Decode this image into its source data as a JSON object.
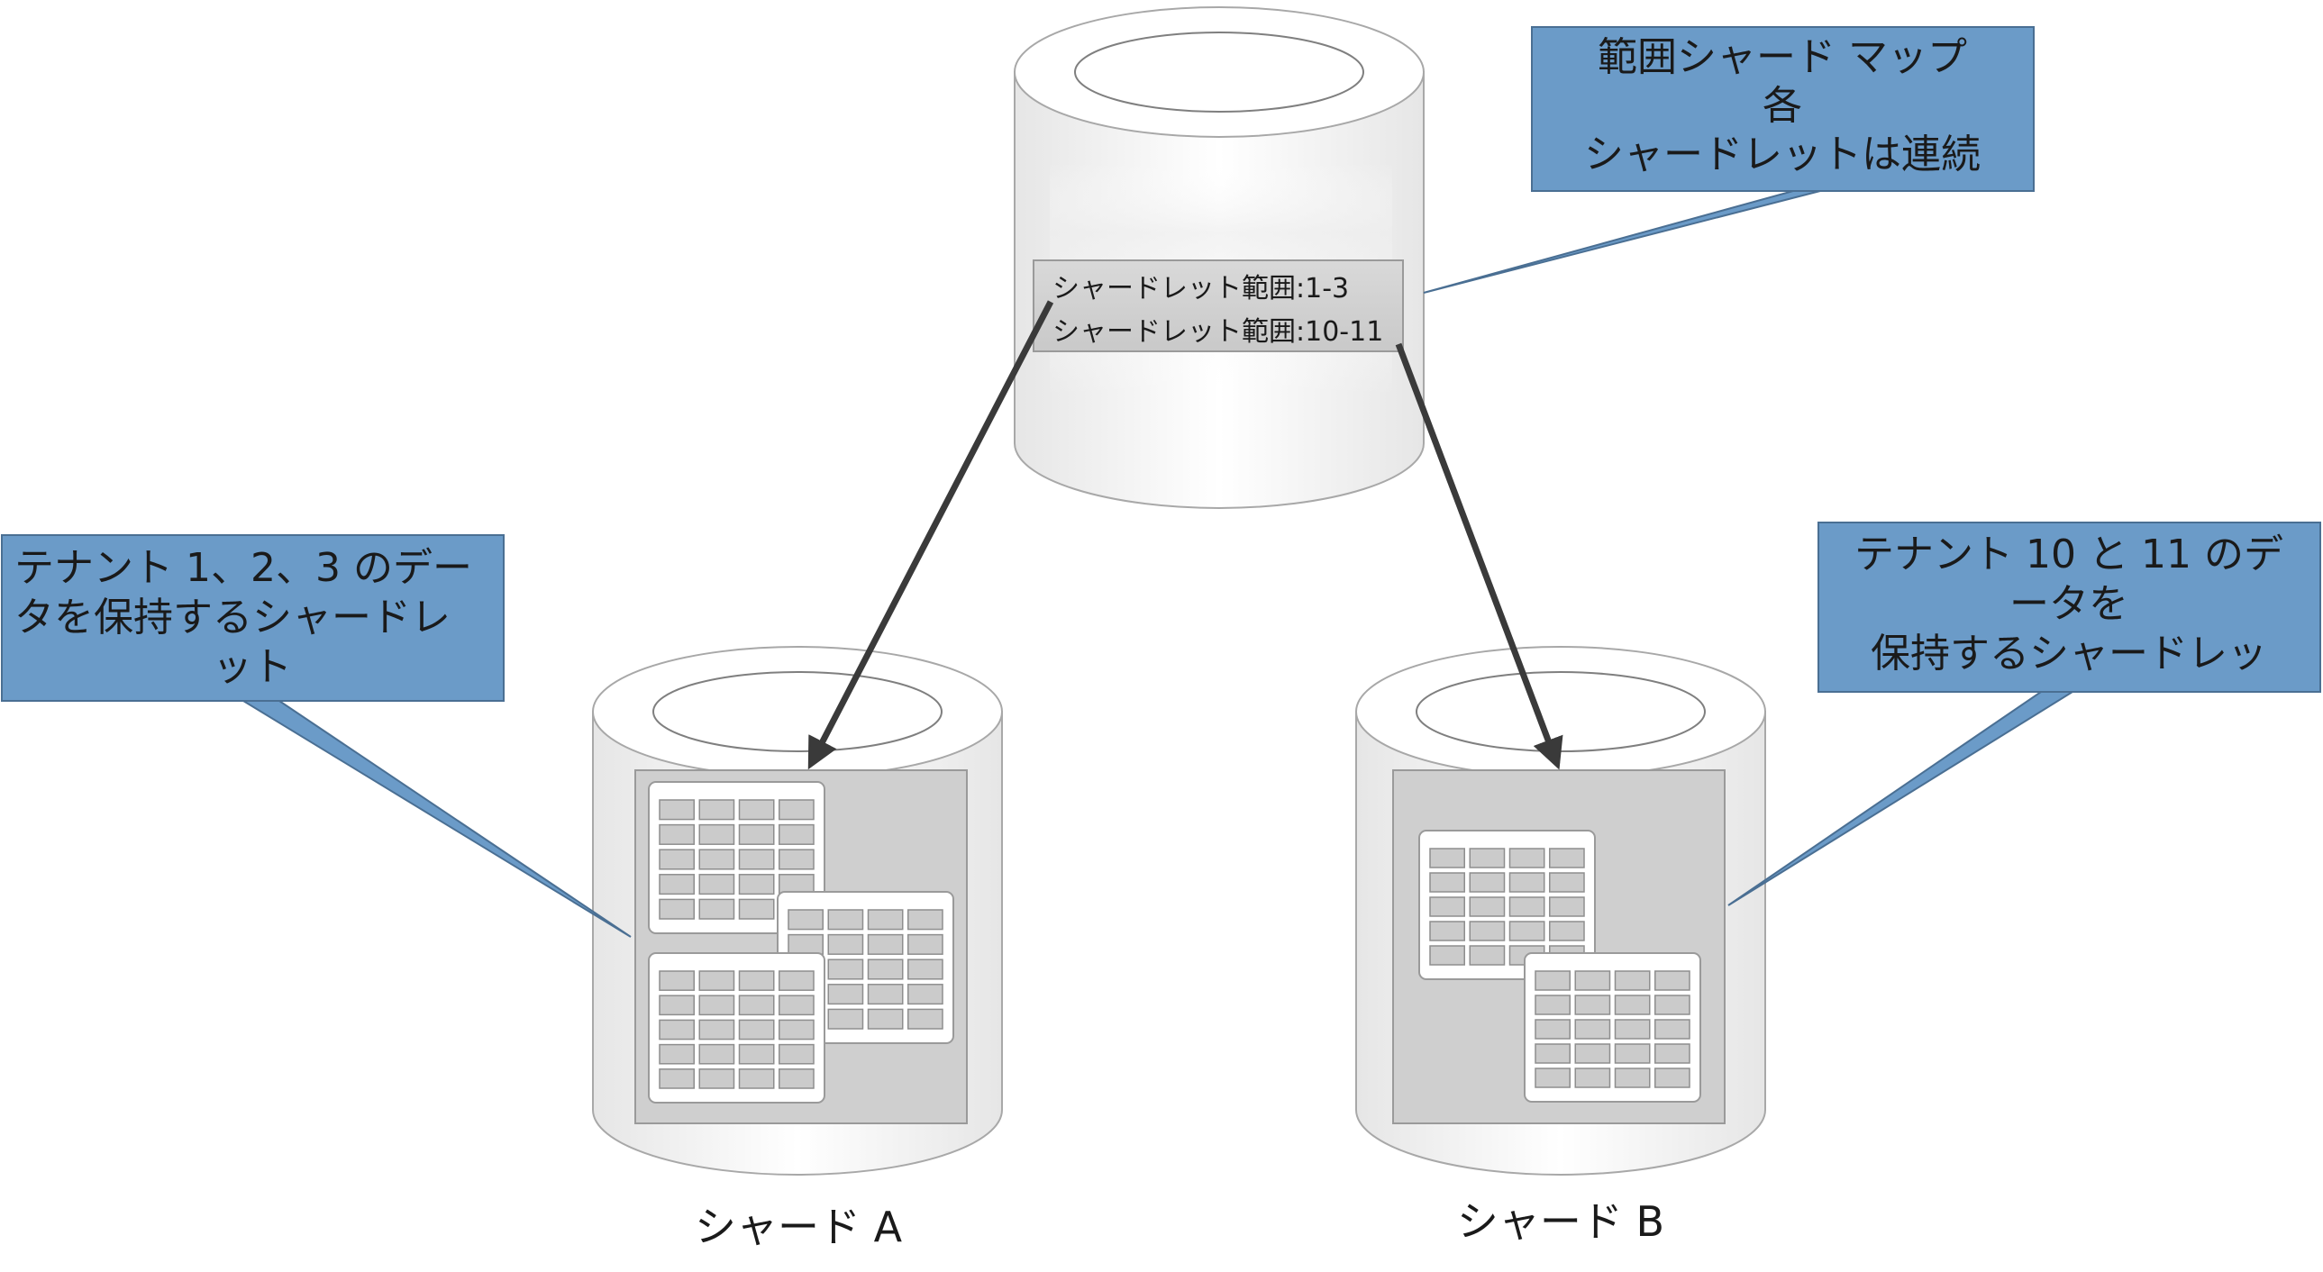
{
  "shard_map": {
    "range_1": "シャードレット範囲:1-3",
    "range_2": "シャードレット範囲:10-11"
  },
  "callout_map": {
    "line_1": "範囲シャード マップ",
    "line_2": "各",
    "line_3": "シャードレットは連続"
  },
  "callout_a": {
    "line_1": "テナント 1、2、3 のデー",
    "line_2": "タを保持するシャードレ",
    "line_3": "ット"
  },
  "callout_b": {
    "line_1": "テナント 10 と 11 のデ",
    "line_2": "ータを",
    "line_3": "保持するシャードレッ"
  },
  "shard_a": {
    "label": "シャード A"
  },
  "shard_b": {
    "label": "シャード B"
  },
  "colors": {
    "callout_fill": "#6b9bc8",
    "callout_stroke": "#4a6f93",
    "cylinder_stroke": "#a8a8a8",
    "panel_fill": "#cfcfcf",
    "cell_fill": "#cbcbcb",
    "arrow": "#3a3a3a"
  }
}
